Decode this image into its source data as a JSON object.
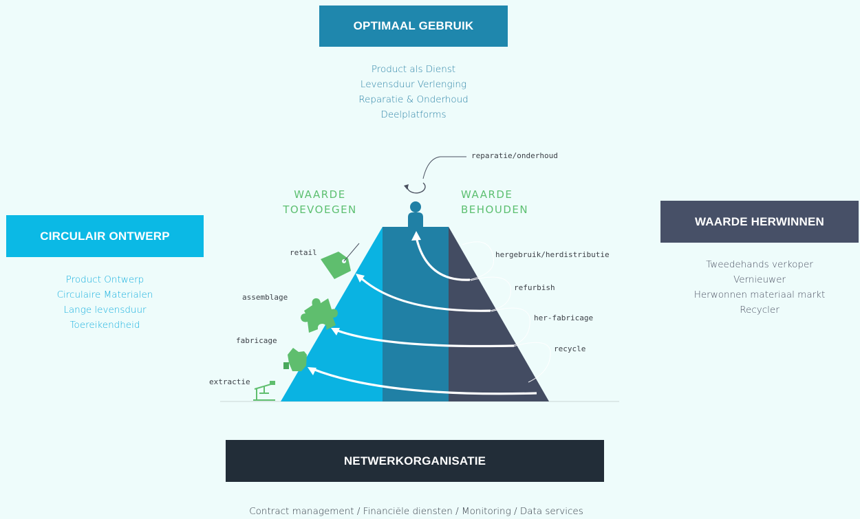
{
  "optimal": {
    "title": "OPTIMAAL GEBRUIK",
    "items": [
      "Product als Dienst",
      "Levensduur Verlenging",
      "Reparatie & Onderhoud",
      "Deelplatforms"
    ]
  },
  "circular": {
    "title": "CIRCULAIR ONTWERP",
    "items": [
      "Product Ontwerp",
      "Circulaire Materialen",
      "Lange levensduur",
      "Toereikendheid"
    ]
  },
  "recover": {
    "title": "WAARDE HERWINNEN",
    "items": [
      "Tweedehands verkoper",
      "Vernieuwer",
      "Herwonnen materiaal markt",
      "Recycler"
    ]
  },
  "network": {
    "title": "NETWERKORGANISATIE",
    "text": "Contract management / Financiële diensten / Monitoring / Data services"
  },
  "pyramid": {
    "add_value": [
      "WAARDE",
      "TOEVOEGEN"
    ],
    "keep_value": [
      "WAARDE",
      "BEHOUDEN"
    ],
    "top_label": "reparatie/onderhoud",
    "left_labels": [
      "retail",
      "assemblage",
      "fabricage",
      "extractie"
    ],
    "right_labels": [
      "hergebruik/herdistributie",
      "refurbish",
      "her-fabricage",
      "recycle"
    ]
  },
  "colors": {
    "top_box": "#1f87ad",
    "left_box": "#0bb9e5",
    "right_box": "#475067",
    "bottom_box": "#222d38",
    "green": "#5cbf70"
  },
  "icons": [
    "tag-icon",
    "puzzle-icon",
    "hand-icon",
    "oil-pump-icon",
    "person-icon",
    "cycle-arrow-icon"
  ]
}
